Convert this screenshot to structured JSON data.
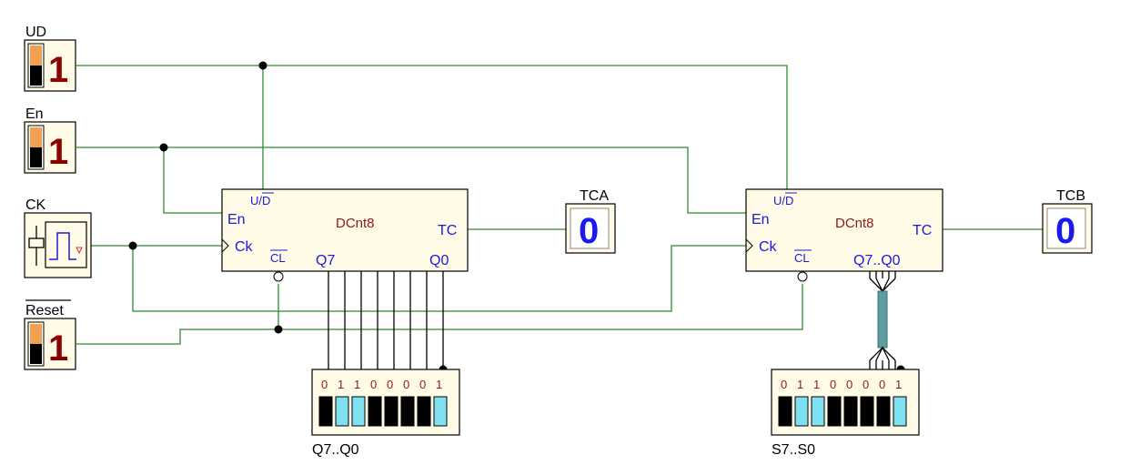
{
  "inputs": {
    "ud": {
      "label": "UD",
      "value": "1"
    },
    "en": {
      "label": "En",
      "value": "1"
    },
    "ck": {
      "label": "CK"
    },
    "reset": {
      "label": "Reset",
      "value": "1"
    }
  },
  "counter_a": {
    "title": "DCnt8",
    "pin_ud": "U/D",
    "pin_en": "En",
    "pin_ck": "Ck",
    "pin_cl": "CL",
    "pin_q7": "Q7",
    "pin_q0": "Q0",
    "pin_tc": "TC"
  },
  "counter_b": {
    "title": "DCnt8",
    "pin_ud": "U/D",
    "pin_en": "En",
    "pin_ck": "Ck",
    "pin_cl": "CL",
    "pin_bus": "Q7..Q0",
    "pin_tc": "TC"
  },
  "outputs": {
    "tca": {
      "label": "TCA",
      "value": "0"
    },
    "tcb": {
      "label": "TCB",
      "value": "0"
    }
  },
  "displays": {
    "left": {
      "label": "Q7..Q0",
      "bits": [
        "0",
        "1",
        "1",
        "0",
        "0",
        "0",
        "0",
        "1"
      ]
    },
    "right": {
      "label": "S7..S0",
      "bits": [
        "0",
        "1",
        "1",
        "0",
        "0",
        "0",
        "0",
        "1"
      ]
    }
  },
  "colors": {
    "wire": "#2e8b2e",
    "pin_text": "#1a1adf",
    "title_text": "#8b1a1a",
    "component_fill": "#fffbe6",
    "bit_on": "#7fe0f0",
    "bit_off": "#000000"
  }
}
